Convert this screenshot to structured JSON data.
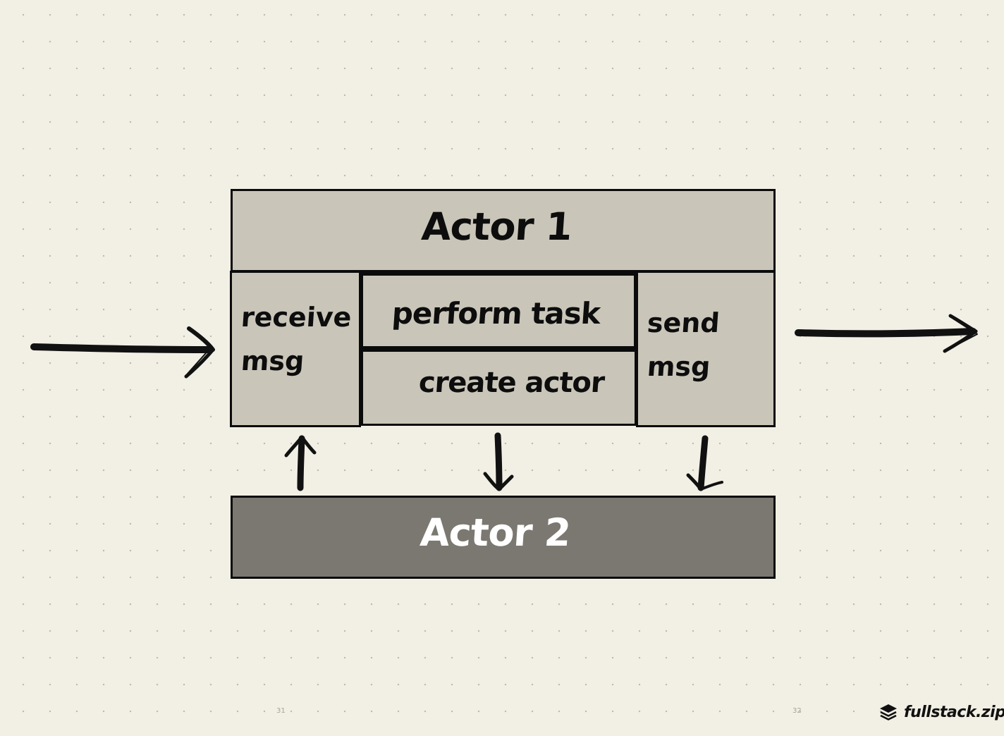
{
  "diagram": {
    "actor1": {
      "title": "Actor 1"
    },
    "receive": {
      "line1": "receive",
      "line2": "msg"
    },
    "perform": {
      "label": "perform task"
    },
    "create": {
      "label": "create actor"
    },
    "send": {
      "line1": "send",
      "line2": "msg"
    },
    "actor2": {
      "title": "Actor 2"
    }
  },
  "footer": {
    "page_left": "31",
    "page_right": "32",
    "brand": "fullstack.zip",
    "brand_icon": "stack-layers-icon"
  },
  "colors": {
    "background": "#f2efe4",
    "box_fill": "#c9c5b9",
    "actor2_fill": "#7b7871",
    "stroke": "#0b0b0b"
  }
}
